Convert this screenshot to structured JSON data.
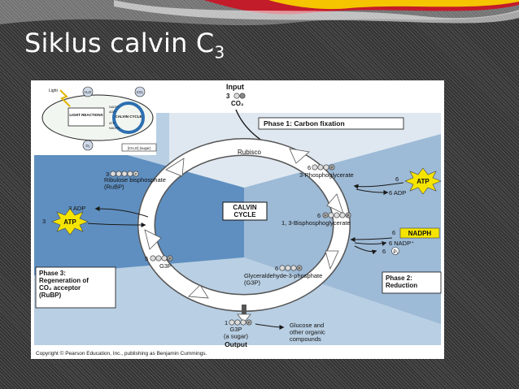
{
  "slide": {
    "title_main": "Siklus calvin C",
    "title_sub": "3",
    "colors": {
      "accent_red": "#c21b2a",
      "accent_yellow": "#f5c500",
      "panel_blue": "#8db0d0",
      "cycle_blue": "#5f8fc0"
    }
  },
  "figure": {
    "inset": {
      "light": "Light",
      "h2o": "H₂O",
      "co2": "CO₂",
      "light_reactions": "LIGHT REACTIONS",
      "calvin_cycle": "CALVIN CYCLE",
      "nadp": "NADP⁺",
      "adp": "ADP",
      "atp": "ATP",
      "nadph": "NADPH",
      "o2": "O₂",
      "sugar": "[CH₂O] (sugar)"
    },
    "input_label": "Input",
    "input_count": "3",
    "input_molecule": "CO₂",
    "phase1_label": "Phase 1: Carbon fixation",
    "phase2_label": "Phase 2:\nReduction",
    "phase3_label": "Phase 3:\nRegeneration of\nCO₂ acceptor\n(RuBP)",
    "rubisco": "Rubisco",
    "center_label": "CALVIN\nCYCLE",
    "rubp_count": "3",
    "rubp_label": "Ribulose bisphosphate\n(RuBP)",
    "pga_count": "6",
    "pga_label": "3-Phosphoglycerate",
    "atp_in_count": "6",
    "atp_burst": "ATP",
    "adp_out": "6 ADP",
    "bpg_count": "6",
    "bpg_label": "1, 3-Bisphosphoglycerate",
    "nadph_count": "6",
    "nadph_label": "NADPH",
    "nadp_out": "6 NADP⁺",
    "pi_out_count": "6",
    "pi_out": "Pᵢ",
    "g3p6_count": "6",
    "g3p6_label": "Glyceraldehyde-3-phosphate\n(G3P)",
    "g3p5_count": "5",
    "g3p5_label": "G3P",
    "regen_adp": "3 ADP",
    "regen_atp_count": "3",
    "regen_atp": "ATP",
    "phosphate": "P",
    "output_count": "1",
    "output_g3p": "G3P\n(a sugar)",
    "output_label": "Output",
    "glucose": "Glucose and\nother organic\ncompounds",
    "copyright": "Copyright © Pearson Education, Inc., publishing as Benjamin Cummings."
  }
}
